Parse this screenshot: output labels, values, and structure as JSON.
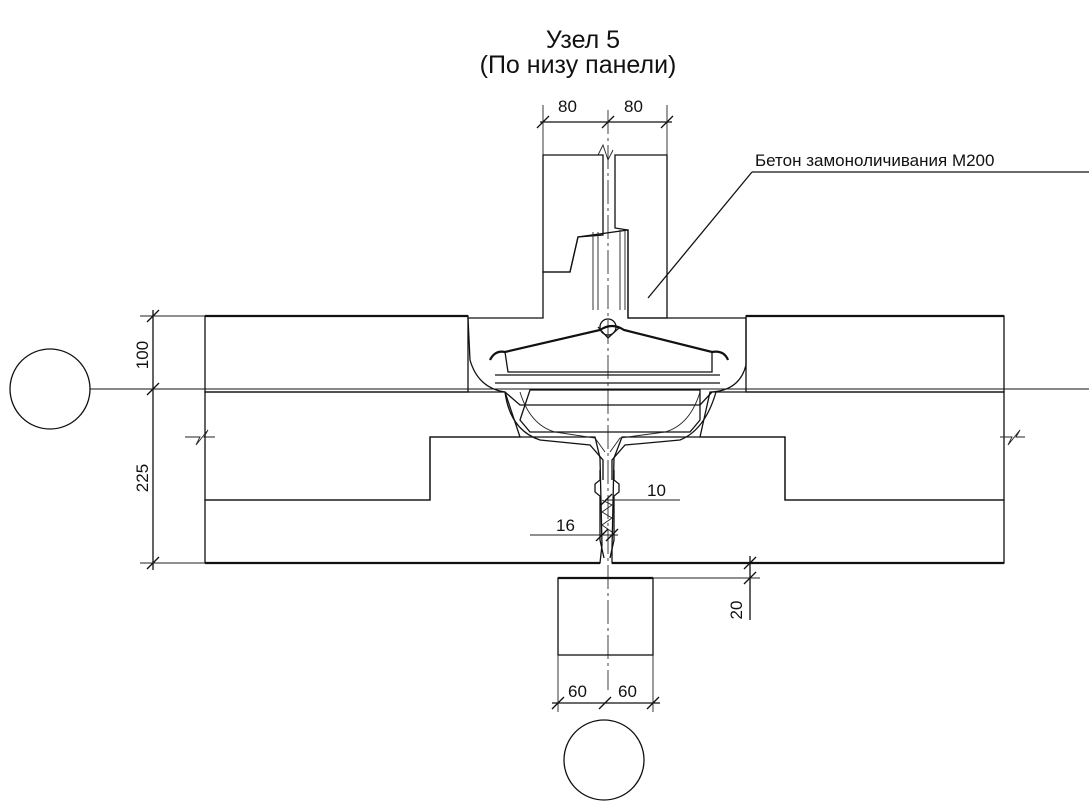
{
  "title": {
    "line1": "Узел 5",
    "line2": "(По низу панели)"
  },
  "callout": {
    "text": "Бетон замоноличивания М200"
  },
  "dimensions": {
    "top_left": "80",
    "top_right": "80",
    "left_upper": "100",
    "left_lower": "225",
    "gap_right": "10",
    "gap_left": "16",
    "bottom_offset": "20",
    "bottom_left": "60",
    "bottom_right": "60"
  },
  "colors": {
    "line": "#111111",
    "background": "#ffffff"
  }
}
